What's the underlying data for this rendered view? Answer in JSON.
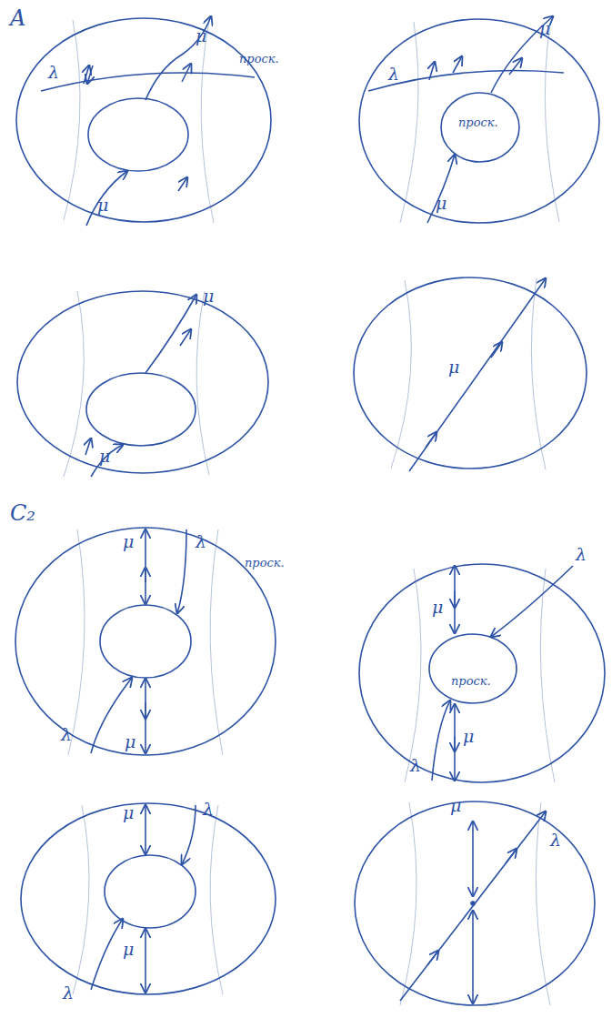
{
  "diagram": {
    "labels": [
      "A",
      "μ",
      "λ",
      "проск.",
      "μ",
      "μ",
      "λ",
      "проск.",
      "μ",
      "μ",
      "μ",
      "μ",
      "C₂",
      "μ",
      "λ",
      "проск.",
      "λ",
      "μ",
      "λ",
      "μ",
      "проск.",
      "λ",
      "μ",
      "μ",
      "λ",
      "μ",
      "λ",
      "μ",
      "λ"
    ]
  }
}
